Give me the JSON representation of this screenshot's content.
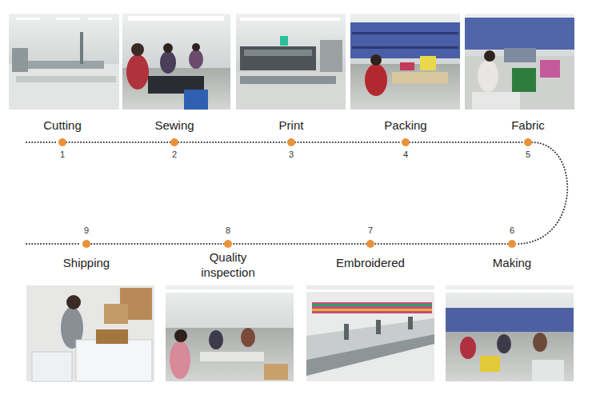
{
  "diagram": {
    "nodes": [
      {
        "text": [
          "Cutting",
          "1"
        ]
      },
      {
        "text": [
          "Sewing",
          "2"
        ]
      },
      {
        "text": [
          "Print",
          "3"
        ]
      },
      {
        "text": [
          "Packing",
          "4"
        ]
      },
      {
        "text": [
          "Fabric",
          "5"
        ]
      },
      {
        "text": [
          "Making",
          "6"
        ]
      },
      {
        "text": [
          "Embroidered",
          "7"
        ]
      },
      {
        "text": [
          "Quality inspection",
          "8"
        ]
      },
      {
        "text": [
          "Shipping",
          "9"
        ]
      }
    ],
    "edges": [
      {
        "from": 0,
        "to": 1,
        "arrow": "none"
      },
      {
        "from": 1,
        "to": 2,
        "arrow": "none"
      },
      {
        "from": 2,
        "to": 3,
        "arrow": "none"
      },
      {
        "from": 3,
        "to": 4,
        "arrow": "none"
      },
      {
        "from": 4,
        "to": 5,
        "arrow": "none"
      },
      {
        "from": 5,
        "to": 6,
        "arrow": "none"
      },
      {
        "from": 6,
        "to": 7,
        "arrow": "none"
      },
      {
        "from": 7,
        "to": 8,
        "arrow": "none"
      }
    ]
  }
}
